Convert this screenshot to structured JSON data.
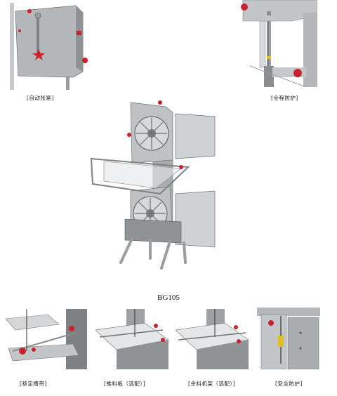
{
  "captions": {
    "auto_tension": "[自动张紧]",
    "full_guard": "[全程防护]",
    "model": "BG105",
    "fixed_guide": "[移定槽带]",
    "push_plate": "[推料板（选配）]",
    "material_rack": "[余料机架（选配）]",
    "safety": "[安全防护]"
  },
  "colors": {
    "steel": "#b9bcbf",
    "steel_dark": "#7d8184",
    "steel_light": "#e4e6e7",
    "accent_red": "#c8232c"
  }
}
